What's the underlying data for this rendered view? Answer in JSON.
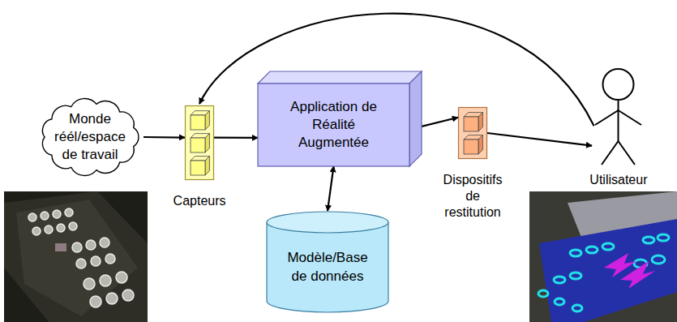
{
  "diagram": {
    "nodes": [
      {
        "text": [
          "Monde réél/espace de travail"
        ]
      },
      {
        "text": [
          "Capteurs"
        ]
      },
      {
        "text": [
          "Application de Réalité Augmentée"
        ]
      },
      {
        "text": [
          "Dispositifs de restitution"
        ]
      },
      {
        "text": [
          "Utilisateur"
        ]
      },
      {
        "text": [
          "Modèle/Base de données"
        ]
      }
    ],
    "edges": [
      {
        "from": 0,
        "to": 1,
        "arrow": "to"
      },
      {
        "from": 1,
        "to": 2,
        "arrow": "to"
      },
      {
        "from": 2,
        "to": 3,
        "arrow": "to"
      },
      {
        "from": 3,
        "to": 4,
        "arrow": "to"
      },
      {
        "from": 4,
        "to": 1,
        "arrow": "to"
      },
      {
        "from": 2,
        "to": 5,
        "arrow": "both"
      }
    ]
  }
}
